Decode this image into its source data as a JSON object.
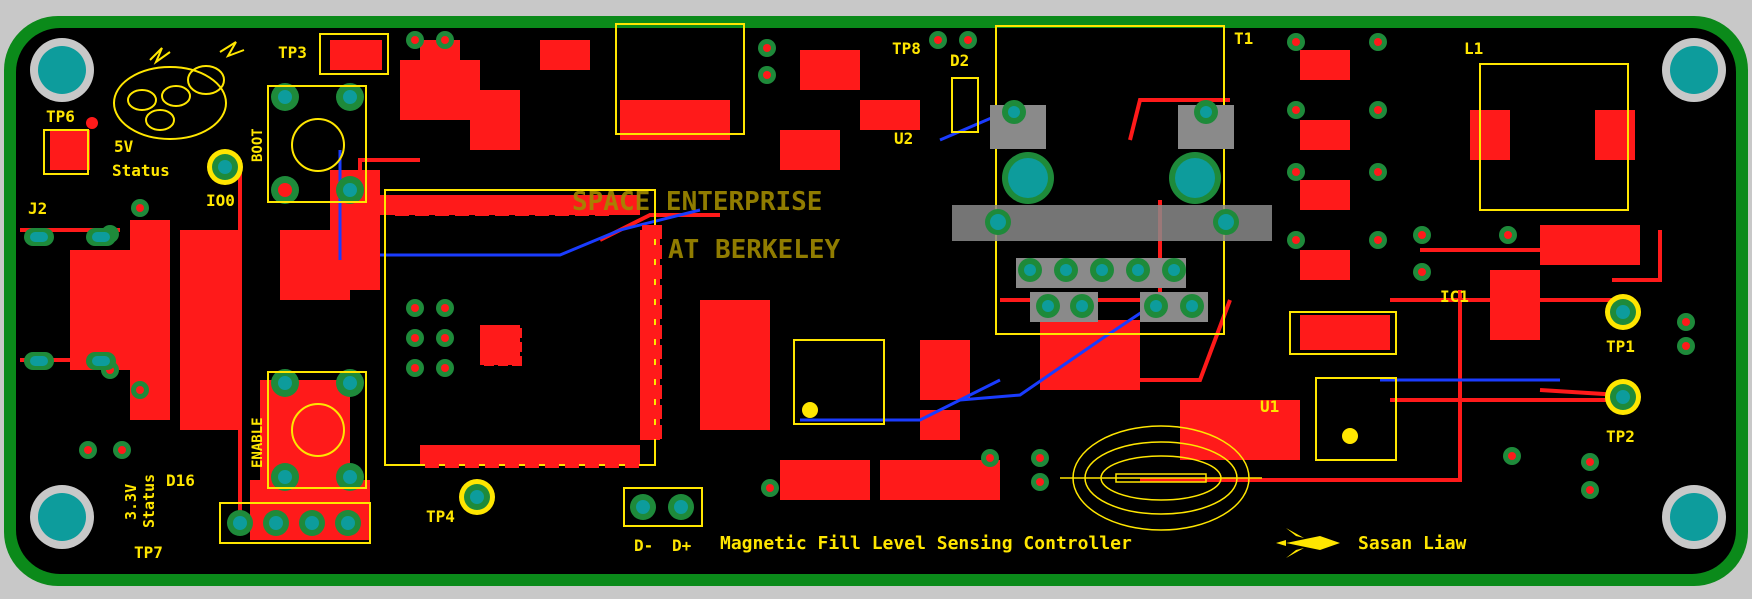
{
  "board": {
    "title": "Magnetic Fill Level Sensing Controller",
    "author": "Sasan Liaw",
    "org_line1": "SPACE ENTERPRISE",
    "org_line2": "AT BERKELEY"
  },
  "status_labels": {
    "five_v": "5V",
    "five_v_sub": "Status",
    "three_v": "3.3V",
    "three_v_sub": "Status",
    "boot": "BOOT",
    "enable": "ENABLE"
  },
  "designators": {
    "tp1": "TP1",
    "tp2": "TP2",
    "tp3": "TP3",
    "tp4": "TP4",
    "tp6": "TP6",
    "tp7": "TP7",
    "tp8": "TP8",
    "j2": "J2",
    "io0": "IO0",
    "d2": "D2",
    "d16": "D16",
    "u1": "U1",
    "u2": "U2",
    "t1": "T1",
    "l1": "L1",
    "ic1": "IC1",
    "d_minus": "D-",
    "d_plus": "D+"
  },
  "colors": {
    "background": "#c8c8c8",
    "board_outline": "#0b8a1a",
    "board_fill": "#000000",
    "copper": "#ff1a1a",
    "silkscreen": "#ffe600",
    "via_ring": "#1e8a3a",
    "mount_hole": "#0d9c9c",
    "bottom_trace": "#1a3cff",
    "pad_gray": "#8a8a8a"
  },
  "icons": [
    "rocket-icon",
    "magnetic-field-icon",
    "mascot-logo-icon",
    "mount-hole-icon"
  ]
}
